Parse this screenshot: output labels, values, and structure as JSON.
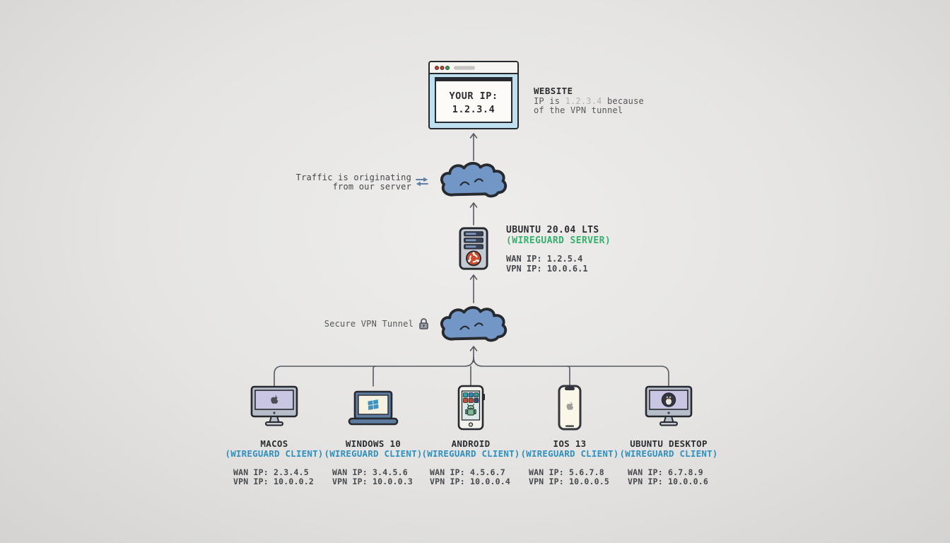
{
  "browser": {
    "your_ip_label": "YOUR IP:",
    "your_ip_value": "1.2.3.4"
  },
  "website_note": {
    "title": "WEBSITE",
    "line1_prefix": "IP is ",
    "line1_ip": "1.2.3.4",
    "line1_suffix": " because",
    "line2": "of the VPN tunnel"
  },
  "traffic_note": {
    "line1": "Traffic is originating",
    "line2": "from our server"
  },
  "server": {
    "title": "UBUNTU 20.04 LTS",
    "subtitle": "(WIREGUARD SERVER)",
    "wan_ip": "WAN IP: 1.2.5.4",
    "vpn_ip": "VPN IP: 10.0.6.1"
  },
  "tunnel_note": {
    "label": "Secure VPN Tunnel"
  },
  "clients": [
    {
      "name": "MACOS",
      "subtitle": "(WIREGUARD CLIENT)",
      "wan_ip": "WAN IP: 2.3.4.5",
      "vpn_ip": "VPN IP: 10.0.0.2",
      "device": "imac-apple"
    },
    {
      "name": "WINDOWS 10",
      "subtitle": "(WIREGUARD CLIENT)",
      "wan_ip": "WAN IP: 3.4.5.6",
      "vpn_ip": "VPN IP: 10.0.0.3",
      "device": "laptop-windows"
    },
    {
      "name": "ANDROID",
      "subtitle": "(WIREGUARD CLIENT)",
      "wan_ip": "WAN IP: 4.5.6.7",
      "vpn_ip": "VPN IP: 10.0.0.4",
      "device": "android-phone"
    },
    {
      "name": "IOS 13",
      "subtitle": "(WIREGUARD CLIENT)",
      "wan_ip": "WAN IP: 5.6.7.8",
      "vpn_ip": "VPN IP: 10.0.0.5",
      "device": "iphone"
    },
    {
      "name": "UBUNTU DESKTOP",
      "subtitle": "(WIREGUARD CLIENT)",
      "wan_ip": "WAN IP: 6.7.8.9",
      "vpn_ip": "VPN IP: 10.0.0.6",
      "device": "ubuntu-desktop"
    }
  ],
  "colors": {
    "accent_green": "#35b06d",
    "accent_blue": "#2d91c1",
    "cloud_fill": "#7296c5",
    "outline": "#26292e",
    "faded_ip": "#b3b1ac"
  },
  "icons": {
    "swap_arrows": "swap-arrows-icon",
    "lock": "lock-icon"
  }
}
